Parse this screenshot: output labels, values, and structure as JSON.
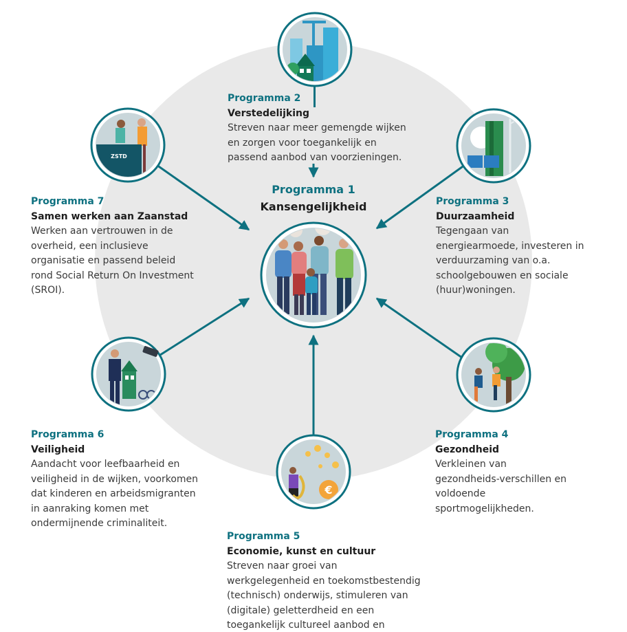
{
  "colors": {
    "teal": "#0e7180",
    "ring": "#b9c8cc",
    "bg_circle": "#e9e9e9",
    "text": "#3a3a3a"
  },
  "center": {
    "program": "Programma 1",
    "title": "Kansengelijkheid"
  },
  "programs": [
    {
      "program": "Programma 2",
      "title": "Verstedelijking",
      "description": "Streven naar meer gemengde wijken en zorgen voor toegankelijk en passend aanbod van voorzieningen."
    },
    {
      "program": "Programma 3",
      "title": "Duurzaamheid",
      "description": "Tegengaan van energiearmoede, investeren in verduurzaming van o.a. schoolgebouwen en sociale (huur)woningen."
    },
    {
      "program": "Programma 4",
      "title": "Gezondheid",
      "description": "Verkleinen van gezondheids-verschillen en voldoende sportmogelijkheden."
    },
    {
      "program": "Programma 5",
      "title": "Economie, kunst en cultuur",
      "description": "Streven naar groei van werkgelegenheid en toekomstbestendig (technisch) onderwijs, stimuleren van (digitale) geletterdheid en een toegankelijk cultureel aanbod en toegankelijke infrastructuur."
    },
    {
      "program": "Programma 6",
      "title": "Veiligheid",
      "description": "Aandacht voor leefbaarheid en veiligheid in de wijken, voorkomen dat kinderen en arbeidsmigranten in aanraking komen met ondermijnende criminaliteit."
    },
    {
      "program": "Programma 7",
      "title": "Samen werken aan Zaanstad",
      "description": "Werken aan vertrouwen in de overheid, een inclusieve organisatie en passend beleid rond Social Return On Investment (SROI)."
    }
  ],
  "icons": {
    "center": "family-group-icon",
    "p2": "city-crane-icon",
    "p3": "solar-wind-icon",
    "p4": "runners-tree-icon",
    "p5": "saxophone-euro-icon",
    "p6": "police-camera-icon",
    "p7": "zaanstad-office-icon"
  },
  "zaanstad_sign": "ZSTD"
}
